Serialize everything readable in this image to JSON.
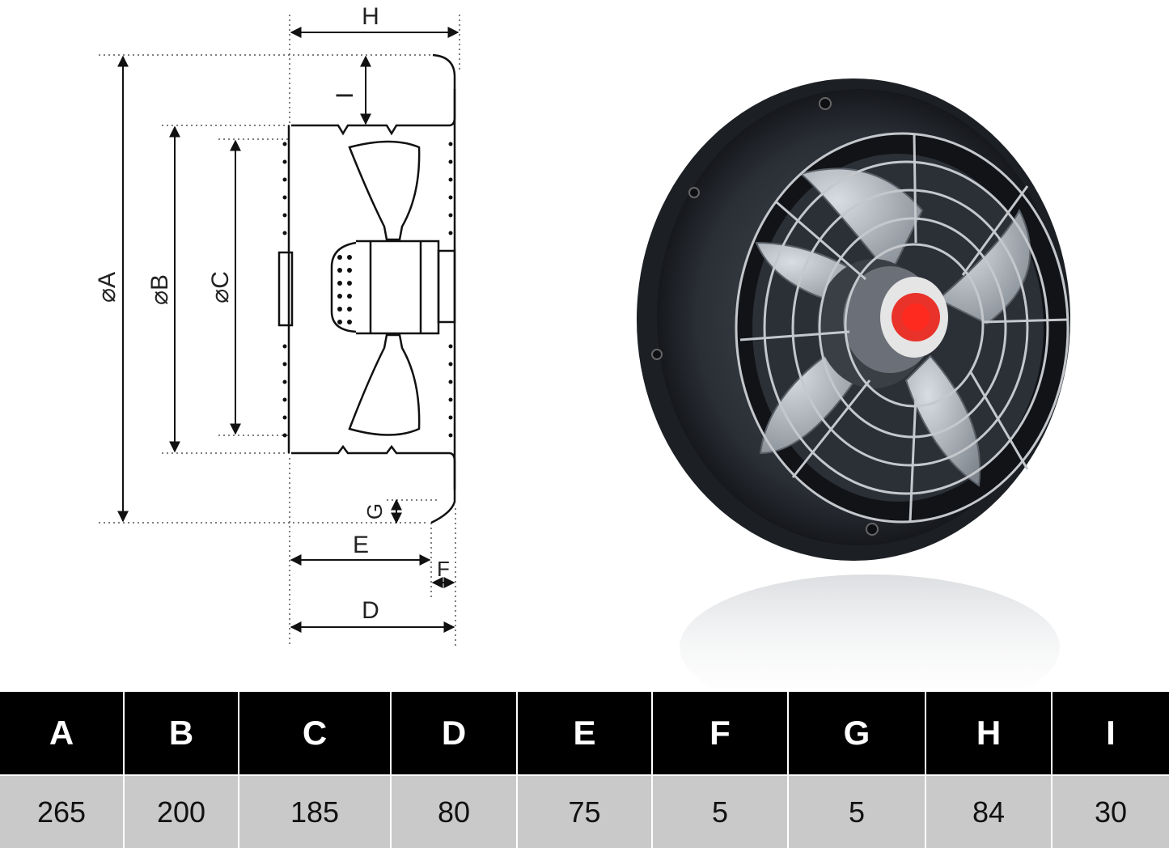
{
  "drawing": {
    "dimension_labels": {
      "A": "⌀A",
      "B": "⌀B",
      "C": "⌀C",
      "D": "D",
      "E": "E",
      "F": "F",
      "G": "G",
      "H": "H",
      "I": "I"
    }
  },
  "table": {
    "headers": [
      "A",
      "B",
      "C",
      "D",
      "E",
      "F",
      "G",
      "H",
      "I"
    ],
    "values": [
      "265",
      "200",
      "185",
      "80",
      "75",
      "5",
      "5",
      "84",
      "30"
    ]
  },
  "colors": {
    "header_bg": "#000000",
    "header_text": "#ffffff",
    "value_bg": "#c9c9c9",
    "fan_body": "#2b2f36",
    "hub_red": "#e8322a"
  }
}
